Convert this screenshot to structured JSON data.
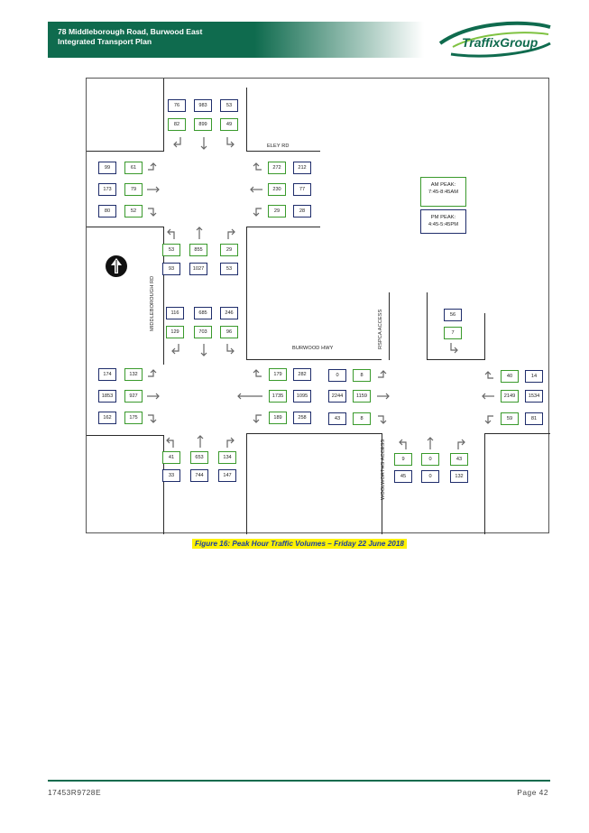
{
  "header": {
    "line1": "78 Middleborough Road, Burwood East",
    "line2": "Integrated Transport Plan",
    "logo_text": "TraffixGroup",
    "brand_color": "#0f6b4e"
  },
  "legend": {
    "am_line1": "AM PEAK:",
    "am_line2": "7:45-8:45AM",
    "pm_line1": "PM PEAK:",
    "pm_line2": "4:45-5:45PM",
    "am_color": "#3a9a2c",
    "pm_color": "#1f2d6b"
  },
  "roads": {
    "eley": "ELEY RD",
    "middleborough": "MIDDLEBOROUGH RD",
    "burwood": "BURWOOD HWY",
    "rspca": "RSPCA ACCESS",
    "woolworths": "WOOLWORTHS ACCESS"
  },
  "caption": "Figure 16: Peak Hour Traffic Volumes – Friday 22 June 2018",
  "footer": {
    "doc_ref": "17453R9728E",
    "page": "Page 42"
  },
  "volumes": {
    "i1_north_pm": [
      "76",
      "983",
      "53"
    ],
    "i1_north_am": [
      "82",
      "899",
      "49"
    ],
    "i1_west_pm": [
      "99",
      "173",
      "80"
    ],
    "i1_west_am": [
      "61",
      "79",
      "52"
    ],
    "i1_east_am": [
      "272",
      "230",
      "29"
    ],
    "i1_east_pm": [
      "212",
      "77",
      "28"
    ],
    "i1_south_am": [
      "53",
      "855",
      "29"
    ],
    "i1_south_pm": [
      "93",
      "1027",
      "53"
    ],
    "i2_north_pm": [
      "116",
      "685",
      "246"
    ],
    "i2_north_am": [
      "129",
      "703",
      "96"
    ],
    "i2_west_pm": [
      "174",
      "1853",
      "162"
    ],
    "i2_west_am": [
      "132",
      "927",
      "175"
    ],
    "i2_east_am": [
      "179",
      "1735",
      "189"
    ],
    "i2_east_pm": [
      "282",
      "1095",
      "258"
    ],
    "i2_south_am": [
      "41",
      "653",
      "134"
    ],
    "i2_south_pm": [
      "33",
      "744",
      "147"
    ],
    "i3_west_pm": [
      "0",
      "2244",
      "43"
    ],
    "i3_west_am": [
      "8",
      "1159",
      "8"
    ],
    "i3_south_am": [
      "9",
      "0",
      "43"
    ],
    "i3_south_pm": [
      "45",
      "0",
      "132"
    ],
    "i4_east_am": [
      "40",
      "2149",
      "59"
    ],
    "i4_east_pm": [
      "14",
      "1534",
      "81"
    ],
    "i4_north_pm": "56",
    "i4_north_am": "7"
  }
}
